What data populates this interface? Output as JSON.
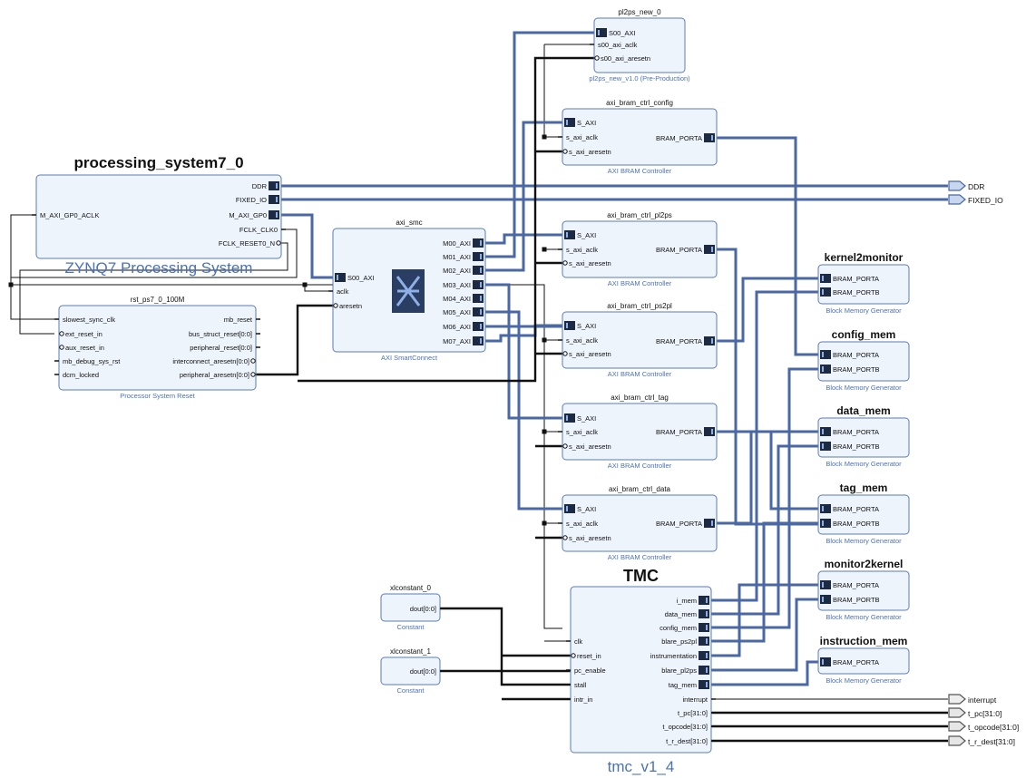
{
  "colors": {
    "bus": "#4a67a6",
    "block_fill": "#eef4fc",
    "block_stroke": "#5a7bb5",
    "subtitle": "#4a72b8",
    "port_bg": "#1c2a44"
  },
  "blocks": {
    "pl2ps_new_0": {
      "name": "pl2ps_new_0",
      "subtitle": "pl2ps_new_v1.0 (Pre-Production)",
      "ports_left": [
        "S00_AXI",
        "s00_axi_aclk",
        "s00_axi_aresetn"
      ]
    },
    "axi_bram_ctrl_config": {
      "name": "axi_bram_ctrl_config",
      "subtitle": "AXI BRAM Controller",
      "ports_left": [
        "S_AXI",
        "s_axi_aclk",
        "s_axi_aresetn"
      ],
      "ports_right": [
        "BRAM_PORTA"
      ]
    },
    "axi_bram_ctrl_pl2ps": {
      "name": "axi_bram_ctrl_pl2ps",
      "subtitle": "AXI BRAM Controller",
      "ports_left": [
        "S_AXI",
        "s_axi_aclk",
        "s_axi_aresetn"
      ],
      "ports_right": [
        "BRAM_PORTA"
      ]
    },
    "axi_bram_ctrl_ps2pl": {
      "name": "axi_bram_ctrl_ps2pl",
      "subtitle": "AXI BRAM Controller",
      "ports_left": [
        "S_AXI",
        "s_axi_aclk",
        "s_axi_aresetn"
      ],
      "ports_right": [
        "BRAM_PORTA"
      ]
    },
    "axi_bram_ctrl_tag": {
      "name": "axi_bram_ctrl_tag",
      "subtitle": "AXI BRAM Controller",
      "ports_left": [
        "S_AXI",
        "s_axi_aclk",
        "s_axi_aresetn"
      ],
      "ports_right": [
        "BRAM_PORTA"
      ]
    },
    "axi_bram_ctrl_data": {
      "name": "axi_bram_ctrl_data",
      "subtitle": "AXI BRAM Controller",
      "ports_left": [
        "S_AXI",
        "s_axi_aclk",
        "s_axi_aresetn"
      ],
      "ports_right": [
        "BRAM_PORTA"
      ]
    },
    "processing_system7_0": {
      "name": "processing_system7_0",
      "subtitle": "ZYNQ7 Processing System",
      "ports_left": [
        "M_AXI_GP0_ACLK"
      ],
      "ports_right": [
        "DDR",
        "FIXED_IO",
        "M_AXI_GP0",
        "FCLK_CLK0",
        "FCLK_RESET0_N"
      ]
    },
    "axi_smc": {
      "name": "axi_smc",
      "subtitle": "AXI SmartConnect",
      "ports_left": [
        "S00_AXI",
        "aclk",
        "aresetn"
      ],
      "ports_right": [
        "M00_AXI",
        "M01_AXI",
        "M02_AXI",
        "M03_AXI",
        "M04_AXI",
        "M05_AXI",
        "M06_AXI",
        "M07_AXI"
      ]
    },
    "rst_ps7_0_100M": {
      "name": "rst_ps7_0_100M",
      "subtitle": "Processor System Reset",
      "ports_left": [
        "slowest_sync_clk",
        "ext_reset_in",
        "aux_reset_in",
        "mb_debug_sys_rst",
        "dcm_locked"
      ],
      "ports_right": [
        "mb_reset",
        "bus_struct_reset[0:0]",
        "peripheral_reset[0:0]",
        "interconnect_aresetn[0:0]",
        "peripheral_aresetn[0:0]"
      ]
    },
    "kernel2monitor": {
      "name": "kernel2monitor",
      "subtitle": "Block Memory Generator",
      "ports_left": [
        "BRAM_PORTA",
        "BRAM_PORTB"
      ]
    },
    "config_mem": {
      "name": "config_mem",
      "subtitle": "Block Memory Generator",
      "ports_left": [
        "BRAM_PORTA",
        "BRAM_PORTB"
      ]
    },
    "data_mem": {
      "name": "data_mem",
      "subtitle": "Block Memory Generator",
      "ports_left": [
        "BRAM_PORTA",
        "BRAM_PORTB"
      ]
    },
    "tag_mem": {
      "name": "tag_mem",
      "subtitle": "Block Memory Generator",
      "ports_left": [
        "BRAM_PORTA",
        "BRAM_PORTB"
      ]
    },
    "monitor2kernel": {
      "name": "monitor2kernel",
      "subtitle": "Block Memory Generator",
      "ports_left": [
        "BRAM_PORTA",
        "BRAM_PORTB"
      ]
    },
    "instruction_mem": {
      "name": "instruction_mem",
      "subtitle": "Block Memory Generator",
      "ports_left": [
        "BRAM_PORTA"
      ]
    },
    "xlconstant_0": {
      "name": "xlconstant_0",
      "subtitle": "Constant",
      "ports_right": [
        "dout[0:0]"
      ]
    },
    "xlconstant_1": {
      "name": "xlconstant_1",
      "subtitle": "Constant",
      "ports_right": [
        "dout[0:0]"
      ]
    },
    "tmc": {
      "name": "TMC",
      "subtitle": "tmc_v1_4",
      "ports_left": [
        "clk",
        "reset_in",
        "pc_enable",
        "stall",
        "intr_in"
      ],
      "ports_right": [
        "i_mem",
        "data_mem",
        "config_mem",
        "blare_ps2pl",
        "instrumentation",
        "blare_pl2ps",
        "tag_mem",
        "interrupt",
        "t_pc[31:0]",
        "t_opcode[31:0]",
        "t_r_dest[31:0]"
      ]
    }
  },
  "external_ports": [
    "DDR",
    "FIXED_IO",
    "interrupt",
    "t_pc[31:0]",
    "t_opcode[31:0]",
    "t_r_dest[31:0]"
  ]
}
